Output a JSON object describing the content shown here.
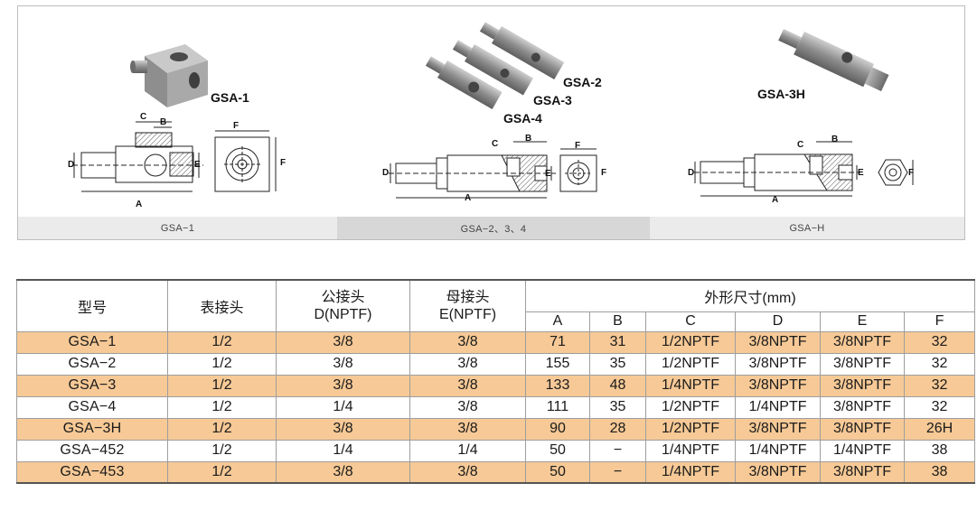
{
  "figures": {
    "labels": {
      "gsa1": "GSA-1",
      "gsa2": "GSA-2",
      "gsa3": "GSA-3",
      "gsa4": "GSA-4",
      "gsa3h": "GSA-3H"
    },
    "dimension_letters": [
      "A",
      "B",
      "C",
      "D",
      "E",
      "F"
    ],
    "captions": [
      "GSA−1",
      "GSA−2、3、4",
      "GSA−H"
    ]
  },
  "table": {
    "headers": {
      "model": "型号",
      "gauge": "表接头",
      "male_title": "公接头",
      "male_sub": "D(NPTF)",
      "female_title": "母接头",
      "female_sub": "E(NPTF)",
      "dims_title": "外形尺寸(mm)",
      "dims": [
        "A",
        "B",
        "C",
        "D",
        "E",
        "F"
      ]
    },
    "rows": [
      [
        "GSA−1",
        "1/2",
        "3/8",
        "3/8",
        "71",
        "31",
        "1/2NPTF",
        "3/8NPTF",
        "3/8NPTF",
        "32"
      ],
      [
        "GSA−2",
        "1/2",
        "3/8",
        "3/8",
        "155",
        "35",
        "1/2NPTF",
        "3/8NPTF",
        "3/8NPTF",
        "32"
      ],
      [
        "GSA−3",
        "1/2",
        "3/8",
        "3/8",
        "133",
        "48",
        "1/4NPTF",
        "3/8NPTF",
        "3/8NPTF",
        "32"
      ],
      [
        "GSA−4",
        "1/2",
        "1/4",
        "3/8",
        "111",
        "35",
        "1/2NPTF",
        "1/4NPTF",
        "3/8NPTF",
        "32"
      ],
      [
        "GSA−3H",
        "1/2",
        "3/8",
        "3/8",
        "90",
        "28",
        "1/2NPTF",
        "3/8NPTF",
        "3/8NPTF",
        "26H"
      ],
      [
        "GSA−452",
        "1/2",
        "1/4",
        "1/4",
        "50",
        "−",
        "1/4NPTF",
        "1/4NPTF",
        "1/4NPTF",
        "38"
      ],
      [
        "GSA−453",
        "1/2",
        "3/8",
        "3/8",
        "50",
        "−",
        "1/4NPTF",
        "3/8NPTF",
        "3/8NPTF",
        "38"
      ]
    ]
  },
  "colors": {
    "row_highlight": "#f6c996",
    "caption_light": "#ebebeb",
    "caption_dark": "#d7d7d7",
    "metal": "#9a9a9a"
  }
}
